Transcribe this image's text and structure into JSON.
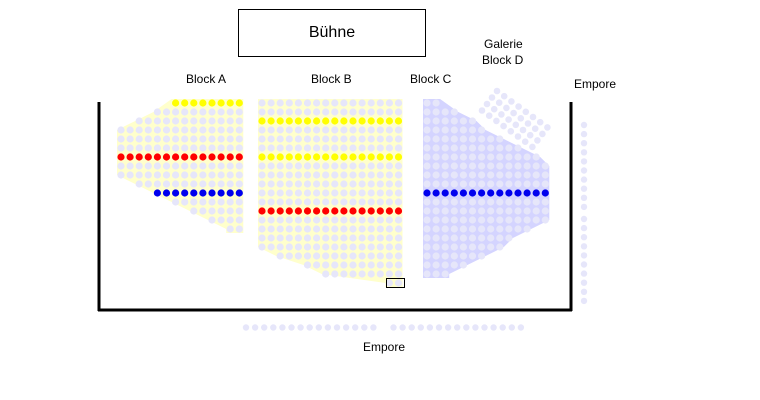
{
  "stage": {
    "label": "Bühne"
  },
  "labels": {
    "block_a": "Block A",
    "block_b": "Block B",
    "block_c": "Block C",
    "galerie": "Galerie",
    "block_d": "Block D",
    "empore_right": "Empore",
    "empore_bottom": "Empore"
  },
  "colors": {
    "seat": "#e6e6fa",
    "yellow": "#ffff00",
    "red": "#ff0000",
    "blue": "#0000ee",
    "zone_ab": "#ffffcc",
    "zone_c": "#d4d4ff",
    "wall": "#000000"
  },
  "blocks": [
    {
      "id": "block-a",
      "cols": 14,
      "zone": "zone_ab",
      "rows": [
        [
          6,
          13,
          "yellow"
        ],
        [
          4,
          13
        ],
        [
          2,
          13
        ],
        [
          0,
          13
        ],
        [
          0,
          13
        ],
        [
          0,
          13
        ],
        [
          0,
          13,
          "red"
        ],
        [
          0,
          13
        ],
        [
          0,
          13
        ],
        [
          2,
          13
        ],
        [
          4,
          13,
          "blue"
        ],
        [
          6,
          13
        ],
        [
          8,
          13
        ],
        [
          10,
          13
        ],
        [
          12,
          13
        ]
      ]
    },
    {
      "id": "block-b",
      "cols": 16,
      "zone": "zone_ab",
      "rows": [
        [
          0,
          15
        ],
        [
          0,
          15
        ],
        [
          0,
          15,
          "yellow"
        ],
        [
          0,
          15
        ],
        [
          0,
          15
        ],
        [
          0,
          15
        ],
        [
          0,
          15,
          "yellow"
        ],
        [
          0,
          15
        ],
        [
          0,
          15
        ],
        [
          0,
          15
        ],
        [
          0,
          15
        ],
        [
          0,
          15
        ],
        [
          0,
          15,
          "red"
        ],
        [
          0,
          15
        ],
        [
          0,
          15
        ],
        [
          0,
          15
        ],
        [
          0,
          15
        ],
        [
          2,
          15
        ],
        [
          5,
          15
        ],
        [
          7,
          15
        ],
        [
          14,
          15
        ]
      ]
    },
    {
      "id": "block-c",
      "cols": 14,
      "zone": "zone_c",
      "rows": [
        [
          0,
          1
        ],
        [
          0,
          3
        ],
        [
          0,
          5
        ],
        [
          0,
          6
        ],
        [
          0,
          8
        ],
        [
          0,
          10
        ],
        [
          0,
          12
        ],
        [
          0,
          13
        ],
        [
          0,
          13
        ],
        [
          0,
          13
        ],
        [
          0,
          13,
          "blue"
        ],
        [
          0,
          13
        ],
        [
          0,
          13
        ],
        [
          0,
          13
        ],
        [
          0,
          11
        ],
        [
          0,
          9
        ],
        [
          0,
          8
        ],
        [
          0,
          6
        ],
        [
          0,
          4
        ],
        [
          0,
          2
        ]
      ]
    }
  ],
  "galerie_block_d": {
    "rows": 4,
    "seats_per_row": 8
  },
  "empore_right": {
    "groups": [
      10,
      10
    ]
  },
  "empore_bottom": {
    "groups": [
      15,
      15
    ]
  }
}
